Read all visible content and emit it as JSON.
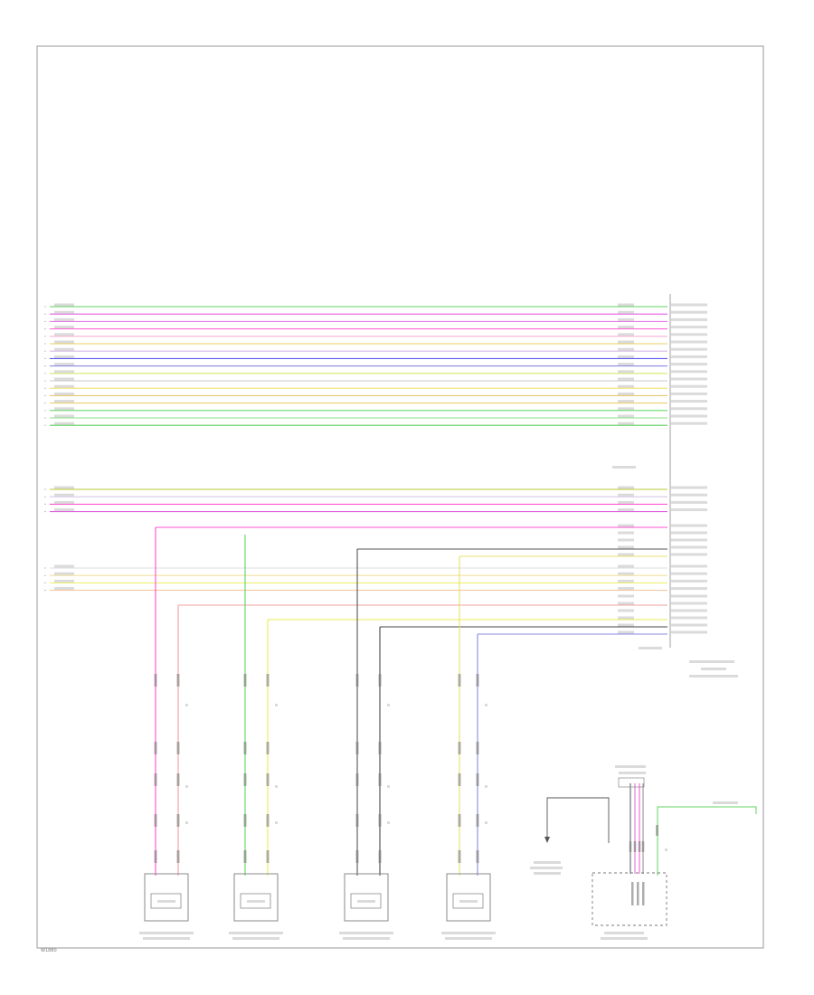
{
  "footer": {
    "code": "W1880"
  },
  "colors": {
    "frame": "#9a9a9a",
    "wire_green": "#5fd35f",
    "wire_pink": "#ff4fd0",
    "wire_magenta": "#e040e0",
    "wire_yellow": "#eaea55",
    "wire_orange": "#f2b060",
    "wire_blue": "#5a5af0",
    "wire_gray": "#555555",
    "wire_red": "#ff6a6a",
    "wire_lavender": "#8a8ae0"
  },
  "bus_group_1": [
    {
      "color": "#5fd35f"
    },
    {
      "color": "#e75be7"
    },
    {
      "color": "#e87ae8"
    },
    {
      "color": "#ff6ad8"
    },
    {
      "color": "#f6b0d6"
    },
    {
      "color": "#e8d060"
    },
    {
      "color": "#d8b8e8"
    },
    {
      "color": "#5a5af0"
    },
    {
      "color": "#8a8ae8"
    },
    {
      "color": "#d6e86a"
    },
    {
      "color": "#c8c8c8"
    },
    {
      "color": "#f0e070"
    },
    {
      "color": "#e8c870"
    },
    {
      "color": "#f0d070"
    },
    {
      "color": "#6ad86a"
    },
    {
      "color": "#8ae08a"
    },
    {
      "color": "#58d058"
    }
  ],
  "bus_group_2": [
    {
      "color": "#b8c830"
    },
    {
      "color": "#d8c8e8"
    },
    {
      "color": "#ff5ad0"
    },
    {
      "color": "#e060e0"
    }
  ],
  "bus_group_3": [
    {
      "color": "#dcdcdc"
    },
    {
      "color": "#f4e0a0"
    },
    {
      "color": "#eef070"
    },
    {
      "color": "#f6c8a0"
    }
  ],
  "speakers": [
    {
      "id": "left-rear-door-tweeter"
    },
    {
      "id": "left-rear-door-woofer"
    },
    {
      "id": "right-rear-door-tweeter"
    },
    {
      "id": "right-rear-door-woofer"
    }
  ]
}
